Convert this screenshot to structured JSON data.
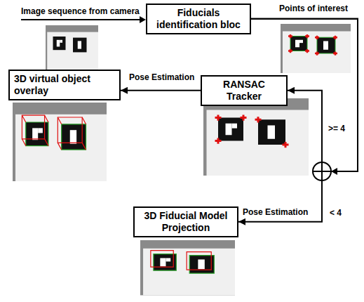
{
  "diagram": {
    "nodes": [
      {
        "text": [
          "Fiducials identification bloc"
        ]
      },
      {
        "text": [
          "3D virtual object overlay"
        ]
      },
      {
        "text": [
          "RANSAC Tracker"
        ]
      },
      {
        "text": [
          "3D Fiducial Model Projection"
        ]
      }
    ],
    "edges": [
      {
        "from": 0,
        "to": 2,
        "label": ">= 4",
        "arrow": "to"
      },
      {
        "from": 0,
        "to": 3,
        "label": "< 4",
        "arrow": "to"
      },
      {
        "from": 2,
        "to": 1,
        "label": "Pose Estimation",
        "arrow": "to"
      }
    ],
    "labels": [
      "Image sequence from camera",
      "Points of interest",
      "Pose Estimation"
    ]
  }
}
